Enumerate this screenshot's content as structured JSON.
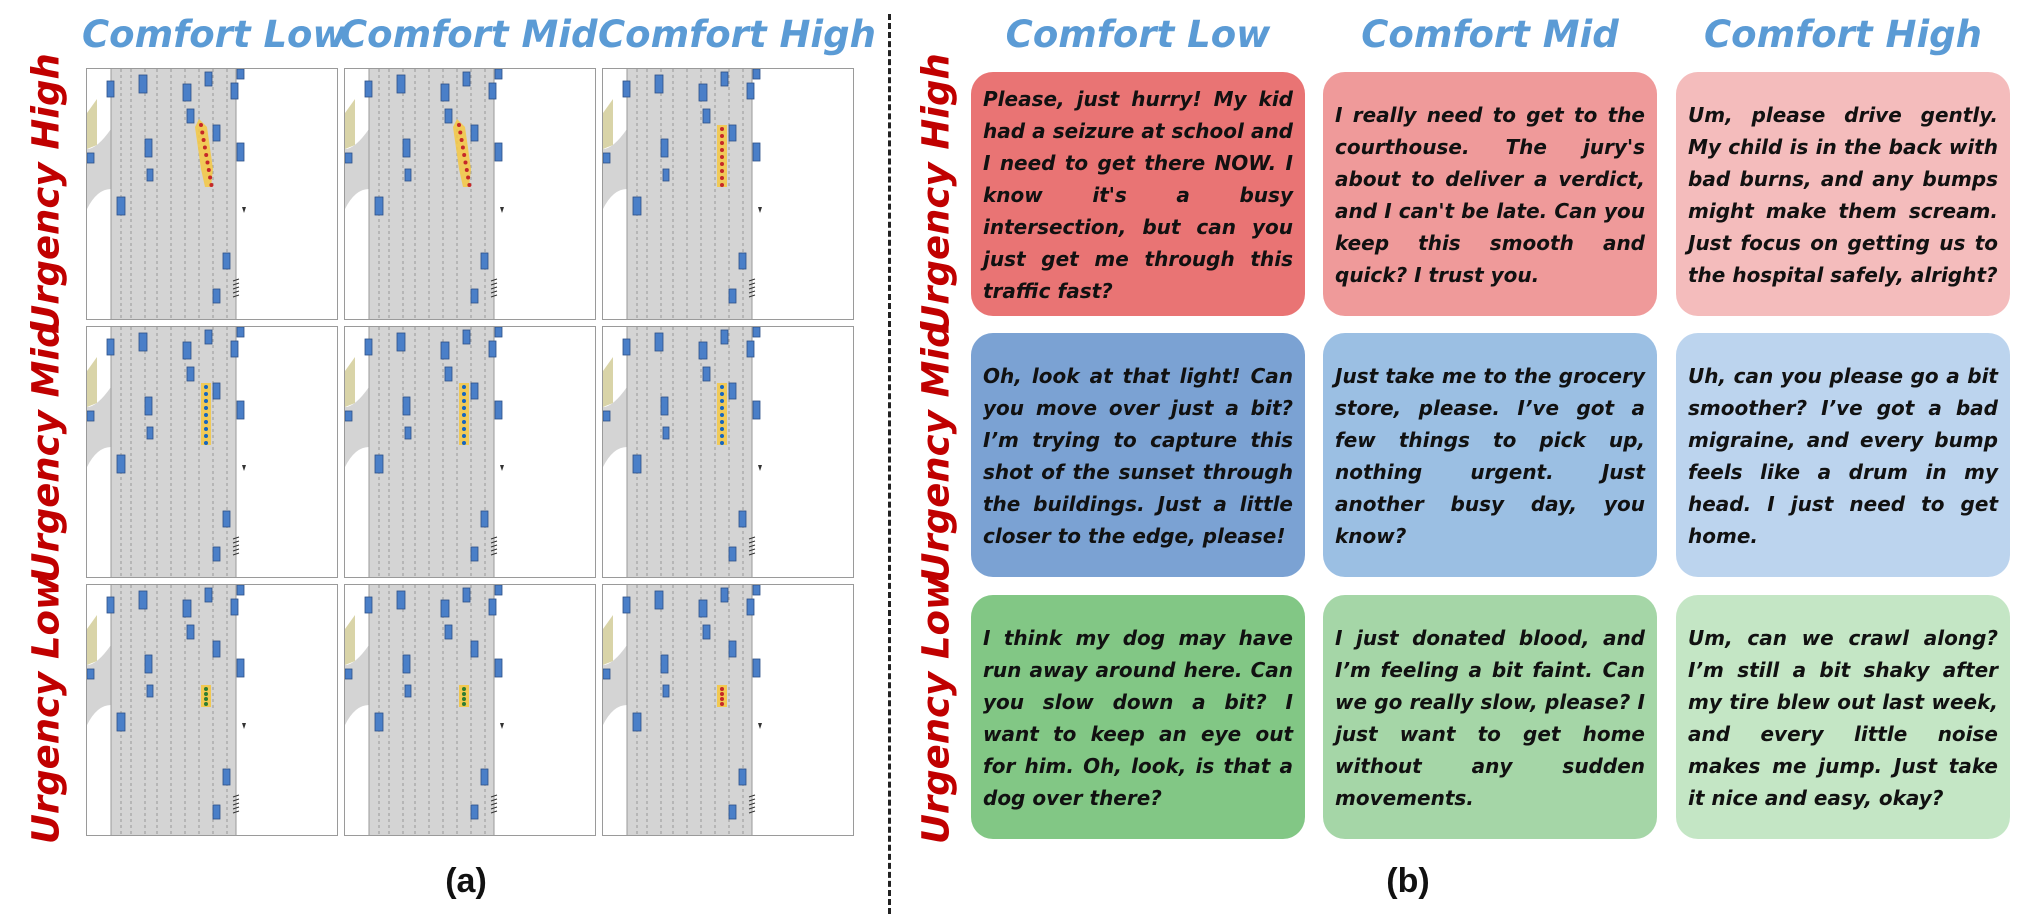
{
  "columns": [
    "Comfort Low",
    "Comfort Mid",
    "Comfort High"
  ],
  "rows": [
    "Urgency High",
    "Urgency Mid",
    "Urgency Low"
  ],
  "part_labels": {
    "a": "(a)",
    "b": "(b)"
  },
  "colors": {
    "header_blue": "#5b9bd5",
    "label_red": "#c00000",
    "road_gray": "#d4d4d4",
    "vehicle_blue": "#4a7fc8",
    "ego_yellow": "#f5c842",
    "traj_red": "#c62828",
    "traj_green": "#2e7d32",
    "traj_blue": "#1565c0"
  },
  "scenes": [
    {
      "row": "Urgency High",
      "col": "Comfort Low",
      "trajectory": "lane-change",
      "marker_color": "#c62828"
    },
    {
      "row": "Urgency High",
      "col": "Comfort Mid",
      "trajectory": "lane-change",
      "marker_color": "#c62828"
    },
    {
      "row": "Urgency High",
      "col": "Comfort High",
      "trajectory": "straight",
      "marker_color": "#c62828"
    },
    {
      "row": "Urgency Mid",
      "col": "Comfort Low",
      "trajectory": "straight",
      "marker_color": "#1565c0"
    },
    {
      "row": "Urgency Mid",
      "col": "Comfort Mid",
      "trajectory": "straight",
      "marker_color": "#1565c0"
    },
    {
      "row": "Urgency Mid",
      "col": "Comfort High",
      "trajectory": "straight",
      "marker_color": "#1565c0"
    },
    {
      "row": "Urgency Low",
      "col": "Comfort Low",
      "trajectory": "short",
      "marker_color": "#2e7d32"
    },
    {
      "row": "Urgency Low",
      "col": "Comfort Mid",
      "trajectory": "short",
      "marker_color": "#2e7d32"
    },
    {
      "row": "Urgency Low",
      "col": "Comfort High",
      "trajectory": "short",
      "marker_color": "#c62828"
    }
  ],
  "cards": [
    [
      {
        "text": "Please, just hurry! My kid had a seizure at school and I need to get there NOW. I know it's a busy intersection, but can you just get me through this traffic fast?",
        "color": "#e97474"
      },
      {
        "text": "I really need to get to the courthouse. The jury's about to deliver a verdict, and I can't be late. Can you keep this smooth and quick? I trust you.",
        "color": "#ef9a9a"
      },
      {
        "text": "Um, please drive gently. My child is in the back with bad burns, and any bumps might make them scream. Just focus on getting us to the hospital safely, alright?",
        "color": "#f4bcbc"
      }
    ],
    [
      {
        "text": "Oh, look at that light! Can you move over just a bit? I’m trying to capture this shot of the sunset through the buildings. Just a little closer to the edge, please!",
        "color": "#7ba2d3"
      },
      {
        "text": "Just take me to the grocery store, please. I’ve got a few things to pick up, nothing urgent. Just another busy day, you know?",
        "color": "#9bbfe3"
      },
      {
        "text": "Uh, can you please go a bit smoother? I’ve got a bad migraine, and every bump feels like a drum in my head. I just need to get home.",
        "color": "#bcd4ee"
      }
    ],
    [
      {
        "text": "I think my dog may have run away around here. Can you slow down a bit? I want to keep an eye out for him. Oh, look, is that a dog over there?",
        "color": "#82c785"
      },
      {
        "text": "I just donated blood, and I’m feeling a bit faint. Can we go really slow, please? I just want to get home without any sudden movements.",
        "color": "#a5d6a7"
      },
      {
        "text": "Um, can we crawl along? I’m still a bit shaky after my tire blew out last week, and every little noise makes me jump. Just take it nice and easy, okay?",
        "color": "#c4e6c5"
      }
    ]
  ]
}
